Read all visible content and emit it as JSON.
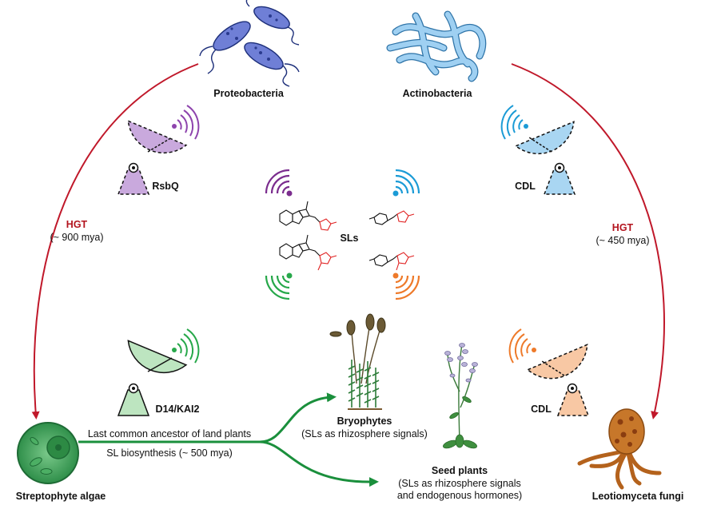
{
  "organisms": {
    "proteobacteria": "Proteobacteria",
    "actinobacteria": "Actinobacteria",
    "streptophyte_algae": "Streptophyte algae",
    "bryophytes": "Bryophytes",
    "seed_plants": "Seed plants",
    "leotiomyceta_fungi": "Leotiomyceta fungi"
  },
  "receptors": {
    "rsbq": "RsbQ",
    "cdl_top": "CDL",
    "d14_kai2": "D14/KAI2",
    "cdl_bottom": "CDL"
  },
  "hgt_left": {
    "label": "HGT",
    "age": "(~ 900 mya)"
  },
  "hgt_right": {
    "label": "HGT",
    "age": "(~ 450 mya)"
  },
  "center": {
    "sls": "SLs"
  },
  "evolution": {
    "line1": "Last common ancestor of land plants",
    "line2": "SL biosynthesis (~ 500 mya)"
  },
  "bryophytes_note": "(SLs as rhizosphere signals)",
  "seed_plants_note": [
    "(SLs as rhizosphere signals",
    "and endogenous hormones)"
  ],
  "colors": {
    "hgt_arrow": "#c0182a",
    "evolution_arrow": "#1a8f3c",
    "rsbq": "#8e44ad",
    "cdl_top": "#1b9bd6",
    "d14_kai2": "#27a84a",
    "cdl_bottom": "#ee7a2a",
    "lactone": "#e02020"
  }
}
